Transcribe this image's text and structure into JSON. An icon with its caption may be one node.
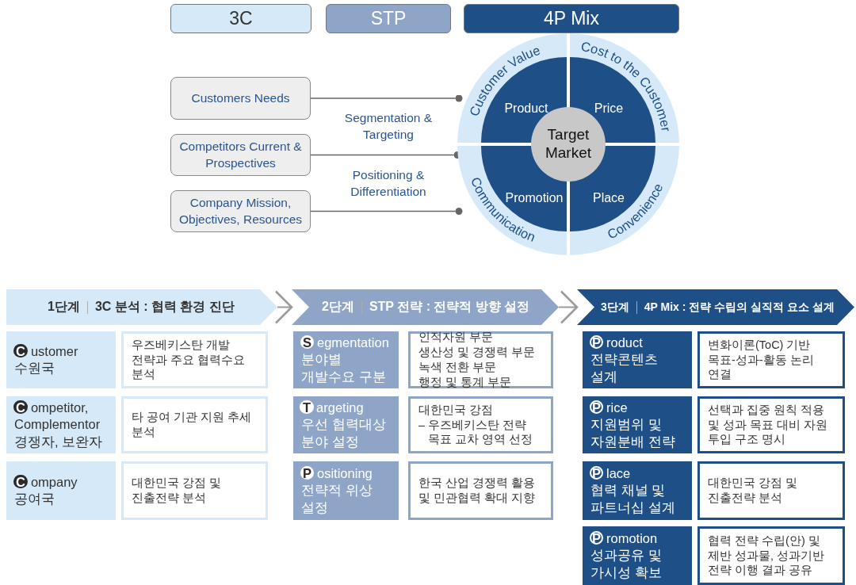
{
  "diagram": {
    "nodes": [
      {
        "text": [
          "3C"
        ]
      },
      {
        "text": [
          "STP"
        ]
      },
      {
        "text": [
          "4P Mix"
        ]
      },
      {
        "text": [
          "Customers Needs"
        ]
      },
      {
        "text": [
          "Competitors Current & Prospectives"
        ]
      },
      {
        "text": [
          "Company Mission, Objectives, Resources"
        ]
      },
      {
        "text": [],
        "shape": "circle"
      },
      {
        "text": [
          "Customer Value"
        ],
        "in": 6
      },
      {
        "text": [
          "Cost to the Customer"
        ],
        "in": 6
      },
      {
        "text": [
          "Communication"
        ],
        "in": 6
      },
      {
        "text": [
          "Convenience"
        ],
        "in": 6
      },
      {
        "text": [
          "Product"
        ],
        "in": 6
      },
      {
        "text": [
          "Price"
        ],
        "in": 6
      },
      {
        "text": [
          "Promotion"
        ],
        "in": 6
      },
      {
        "text": [
          "Place"
        ],
        "in": 6
      },
      {
        "text": [
          "Target Market"
        ],
        "in": 6
      },
      {
        "text": [
          "1단계",
          "3C 분석 : 협력 환경 진단"
        ]
      },
      {
        "text": [
          "2단계",
          "STP 전략 : 전략적 방향 설정"
        ]
      },
      {
        "text": [
          "3단계",
          "4P Mix : 전략 수립의 실직적 요소 설계"
        ]
      },
      {
        "text": [
          "Customer",
          "수원국"
        ]
      },
      {
        "text": [
          "우즈베키스탄 개발 전략과 주요 협력수요 분석"
        ]
      },
      {
        "text": [
          "Competitor, Complementor",
          "경쟁자, 보완자"
        ]
      },
      {
        "text": [
          "타 공여 기관 지원 추세 분석"
        ]
      },
      {
        "text": [
          "Company",
          "공여국"
        ]
      },
      {
        "text": [
          "대한민국 강점 및 진출전략 분석"
        ]
      },
      {
        "text": [
          "Segmentation",
          "분야별 개발수요 구분"
        ]
      },
      {
        "text": [
          "인적자원 부문",
          "생산성 및 경쟁력 부문",
          "녹색 전환 부문",
          "행정 및 통계 부문"
        ]
      },
      {
        "text": [
          "Targeting",
          "우선 협력대상 분야 설정"
        ]
      },
      {
        "text": [
          "대한민국 강점",
          "– 우즈베키스탄 전략 목표 교차 영역 선정"
        ]
      },
      {
        "text": [
          "Positioning",
          "전략적 위상 설정"
        ]
      },
      {
        "text": [
          "한국 산업 경쟁력 활용 및 민관협력 확대 지향"
        ]
      },
      {
        "text": [
          "Product",
          "전략콘텐츠 설계"
        ]
      },
      {
        "text": [
          "변화이론(ToC) 기반 목표-성과-활동 논리 연결"
        ]
      },
      {
        "text": [
          "Price",
          "지원범위 및 자원분배 전략"
        ]
      },
      {
        "text": [
          "선택과 집중 원칙 적용 및 성과 목표 대비 자원 투입 구조 명시"
        ]
      },
      {
        "text": [
          "Place",
          "협력 채널 및 파트너십 설계"
        ]
      },
      {
        "text": [
          "대한민국 강점 및 진출전략 분석"
        ]
      },
      {
        "text": [
          "Promotion",
          "성과공유 및 가시성 확보"
        ]
      },
      {
        "text": [
          "협력 전략 수립(안) 및 제반 성과물, 성과기반 전략 이행 결과 공유"
        ]
      }
    ],
    "edges": [
      {
        "from": 3,
        "to": 7,
        "arrow": "other"
      },
      {
        "from": 4,
        "to": 6,
        "arrow": "other"
      },
      {
        "from": 5,
        "to": 9,
        "arrow": "other"
      },
      {
        "from": 16,
        "to": 17,
        "arrow": "to"
      },
      {
        "from": 17,
        "to": 18,
        "arrow": "to"
      }
    ],
    "labels": [
      "Segmentation & Targeting",
      "Positioning & Differentiation"
    ]
  }
}
